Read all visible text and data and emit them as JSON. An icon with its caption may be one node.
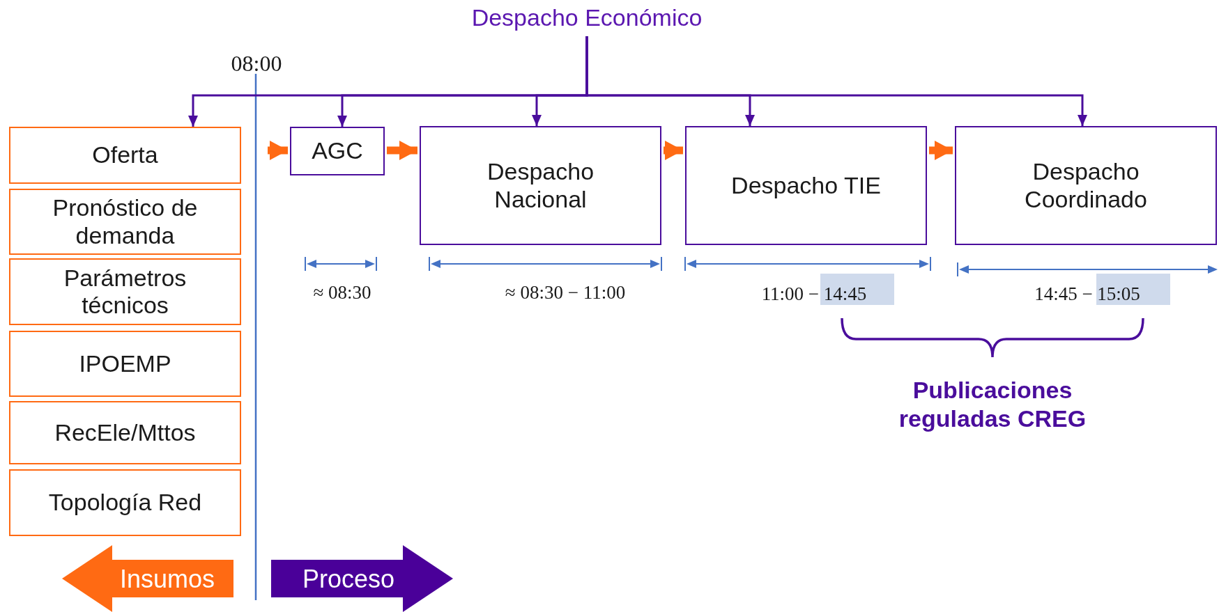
{
  "diagram": {
    "nodes": [
      {
        "text": [
          "Despacho Económico"
        ]
      },
      {
        "text": [
          "Oferta"
        ]
      },
      {
        "text": [
          "Pronóstico de demanda"
        ]
      },
      {
        "text": [
          "Parámetros técnicos"
        ]
      },
      {
        "text": [
          "IPOEMP"
        ]
      },
      {
        "text": [
          "RecEle/Mttos"
        ]
      },
      {
        "text": [
          "Topología Red"
        ]
      },
      {
        "text": [
          "AGC"
        ]
      },
      {
        "text": [
          "Despacho Nacional"
        ]
      },
      {
        "text": [
          "Despacho TIE"
        ]
      },
      {
        "text": [
          "Despacho Coordinado"
        ]
      }
    ],
    "edges": [
      {
        "from": 0,
        "to": 1,
        "arrow": "to"
      },
      {
        "from": 0,
        "to": 7,
        "arrow": "to"
      },
      {
        "from": 0,
        "to": 8,
        "arrow": "to"
      },
      {
        "from": 0,
        "to": 9,
        "arrow": "to"
      },
      {
        "from": 0,
        "to": 10,
        "arrow": "to"
      },
      {
        "from": null,
        "to": 7,
        "arrow": "to",
        "style": "thick",
        "color": "#ff6a13"
      },
      {
        "from": 7,
        "to": 8,
        "arrow": "to",
        "style": "thick",
        "color": "#ff6a13"
      },
      {
        "from": 8,
        "to": 9,
        "arrow": "to",
        "style": "thick",
        "color": "#ff6a13"
      },
      {
        "from": 9,
        "to": 10,
        "arrow": "to",
        "style": "thick",
        "color": "#ff6a13"
      }
    ],
    "labels": [
      "08:00",
      "≈ 08:30",
      "≈ 08:30 − 11:00",
      "11:00 − 14:45",
      "14:45 − 15:05",
      "Publicaciones reguladas CREG",
      "Insumos",
      "Proceso"
    ]
  }
}
